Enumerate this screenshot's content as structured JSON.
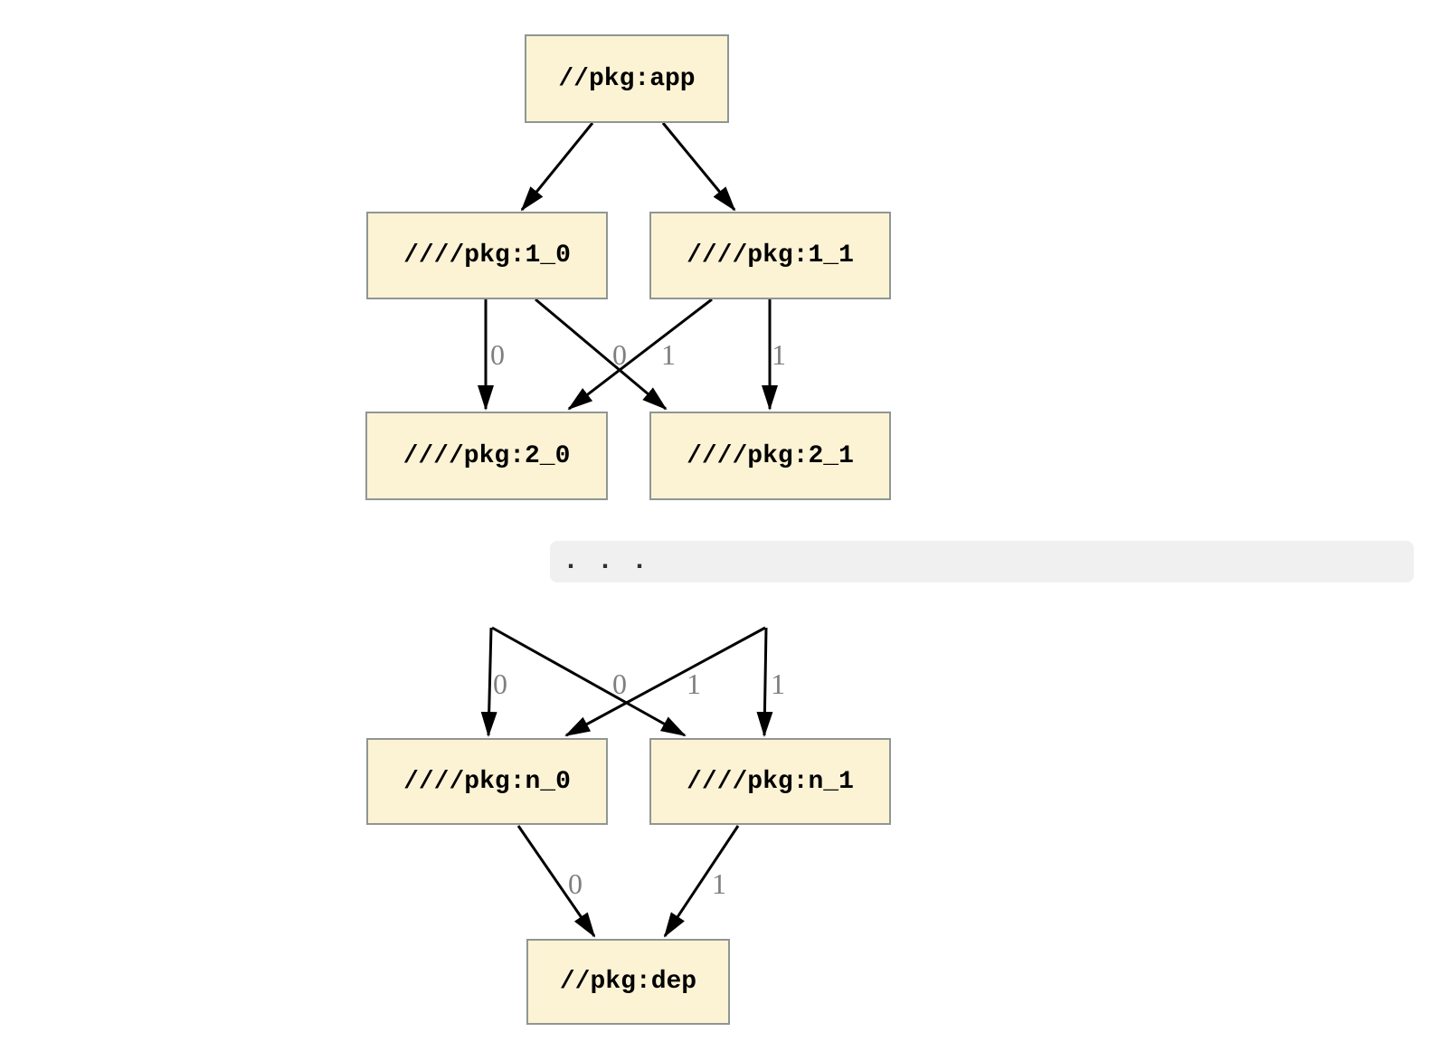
{
  "diagram": {
    "nodes": {
      "app": {
        "label": "//pkg:app"
      },
      "level1_0": {
        "label": "////pkg:1_0"
      },
      "level1_1": {
        "label": "////pkg:1_1"
      },
      "level2_0": {
        "label": "////pkg:2_0"
      },
      "level2_1": {
        "label": "////pkg:2_1"
      },
      "leveln_0": {
        "label": "////pkg:n_0"
      },
      "leveln_1": {
        "label": "////pkg:n_1"
      },
      "dep": {
        "label": "//pkg:dep"
      }
    },
    "edges": [
      {
        "from": "//pkg:app",
        "to": "////pkg:1_0",
        "label": ""
      },
      {
        "from": "//pkg:app",
        "to": "////pkg:1_1",
        "label": ""
      },
      {
        "from": "////pkg:1_0",
        "to": "////pkg:2_0",
        "label": "0"
      },
      {
        "from": "////pkg:1_0",
        "to": "////pkg:2_1",
        "label": "1"
      },
      {
        "from": "////pkg:1_1",
        "to": "////pkg:2_0",
        "label": "0"
      },
      {
        "from": "////pkg:1_1",
        "to": "////pkg:2_1",
        "label": "1"
      },
      {
        "from": "…",
        "to": "////pkg:n_0",
        "label": "0"
      },
      {
        "from": "…",
        "to": "////pkg:n_1",
        "label": "1"
      },
      {
        "from": "…",
        "to": "////pkg:n_0",
        "label": "0"
      },
      {
        "from": "…",
        "to": "////pkg:n_1",
        "label": "1"
      },
      {
        "from": "////pkg:n_0",
        "to": "//pkg:dep",
        "label": "0"
      },
      {
        "from": "////pkg:n_1",
        "to": "//pkg:dep",
        "label": "1"
      }
    ],
    "ellipsis": ". . .",
    "colors": {
      "background": "#ffffff",
      "node_fill": "#fcf3d5",
      "node_border": "#8f9694",
      "node_text": "#000000",
      "edge": "#000000",
      "edge_label_text": "#7f7f7f",
      "band_fill": "#f0f0f1",
      "ellipsis_text": "#2f2f2f"
    }
  }
}
